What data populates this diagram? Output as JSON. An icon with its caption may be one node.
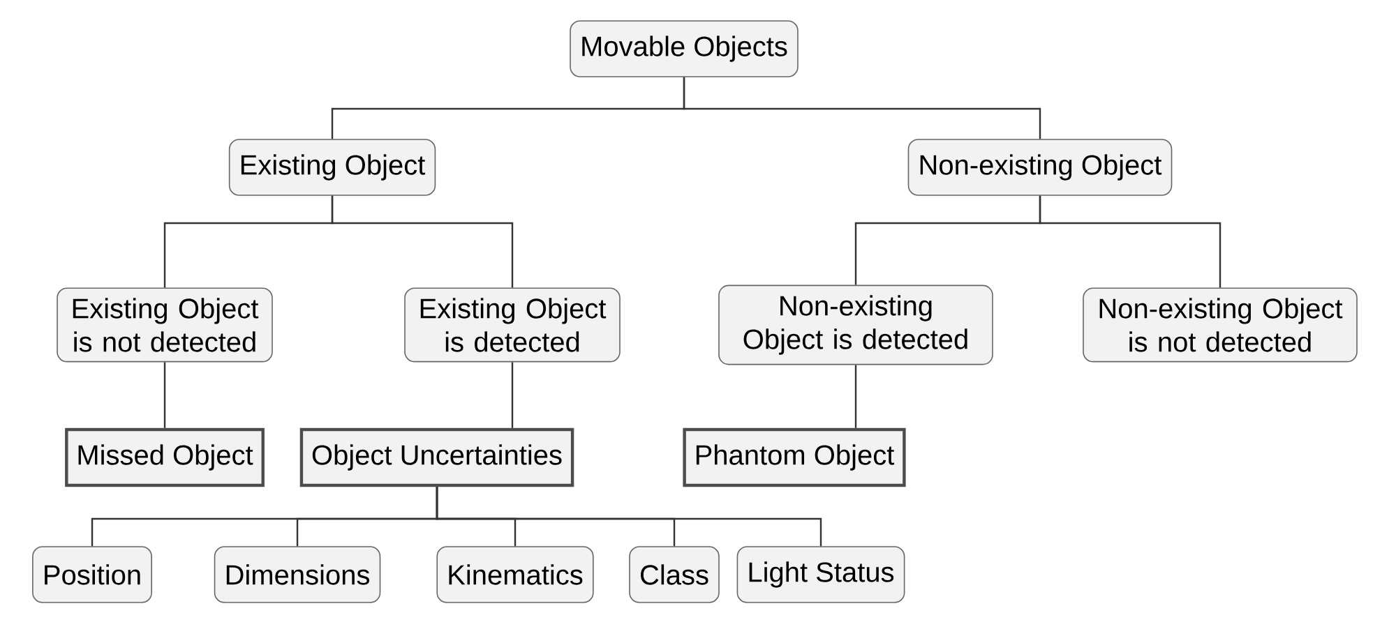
{
  "diagram": {
    "nodes": [
      {
        "text": [
          "Movable Objects"
        ]
      },
      {
        "text": [
          "Existing Object"
        ]
      },
      {
        "text": [
          "Non-existing Object"
        ]
      },
      {
        "text": [
          "Existing Object is not detected"
        ]
      },
      {
        "text": [
          "Existing Object is detected"
        ]
      },
      {
        "text": [
          "Non-existing Object is detected"
        ]
      },
      {
        "text": [
          "Non-existing Object is not detected"
        ]
      },
      {
        "text": [
          "Missed Object"
        ]
      },
      {
        "text": [
          "Object Uncertainties"
        ]
      },
      {
        "text": [
          "Phantom Object"
        ]
      },
      {
        "text": [
          "Position"
        ]
      },
      {
        "text": [
          "Dimensions"
        ]
      },
      {
        "text": [
          "Kinematics"
        ]
      },
      {
        "text": [
          "Class"
        ]
      },
      {
        "text": [
          "Light Status"
        ]
      }
    ],
    "edges": [
      {
        "from": 0,
        "to": 1,
        "arrow": "none"
      },
      {
        "from": 0,
        "to": 2,
        "arrow": "none"
      },
      {
        "from": 1,
        "to": 3,
        "arrow": "none"
      },
      {
        "from": 1,
        "to": 4,
        "arrow": "none"
      },
      {
        "from": 2,
        "to": 5,
        "arrow": "none"
      },
      {
        "from": 2,
        "to": 6,
        "arrow": "none"
      },
      {
        "from": 3,
        "to": 7,
        "arrow": "none"
      },
      {
        "from": 4,
        "to": 8,
        "arrow": "none"
      },
      {
        "from": 5,
        "to": 9,
        "arrow": "none"
      },
      {
        "from": 8,
        "to": 10,
        "arrow": "none"
      },
      {
        "from": 8,
        "to": 11,
        "arrow": "none"
      },
      {
        "from": 8,
        "to": 12,
        "arrow": "none"
      },
      {
        "from": 8,
        "to": 13,
        "arrow": "none"
      },
      {
        "from": 8,
        "to": 14,
        "arrow": "none"
      }
    ]
  }
}
